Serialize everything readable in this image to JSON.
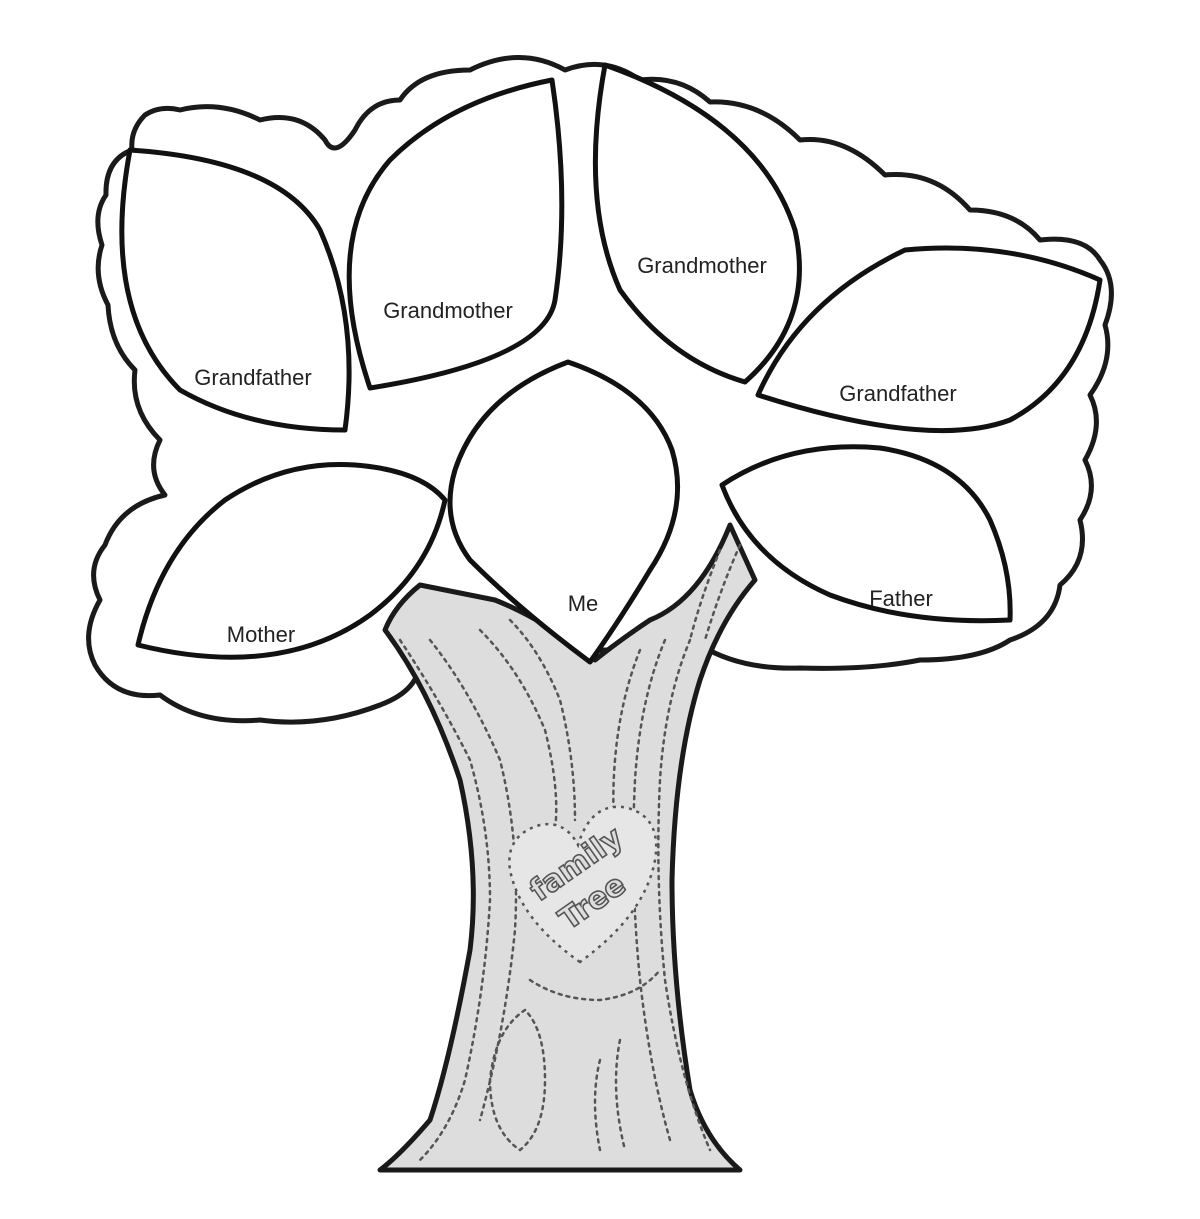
{
  "leaves": {
    "grandfather_left": "Grandfather",
    "grandmother_left": "Grandmother",
    "grandmother_right": "Grandmother",
    "grandfather_right": "Grandfather",
    "mother": "Mother",
    "me": "Me",
    "father": "Father"
  },
  "trunk": {
    "carving_line1": "family",
    "carving_line2": "Tree"
  },
  "colors": {
    "line": "#111111",
    "paper": "#ffffff",
    "trunk_fill": "#dddddd"
  }
}
